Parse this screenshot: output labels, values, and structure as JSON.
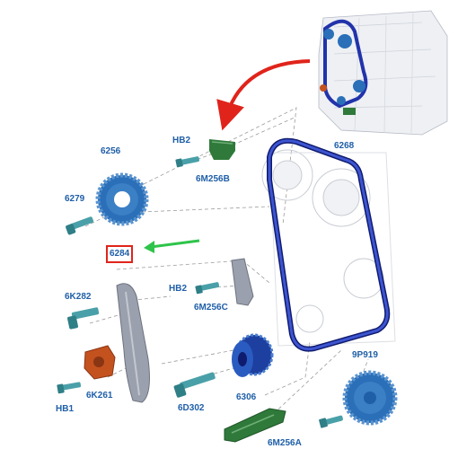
{
  "colors": {
    "label": "#1f5fa8",
    "chain": "#2233aa",
    "chain_dark": "#0f1b6e",
    "sprocket": "#2a6fb8",
    "green_part": "#2f7a3a",
    "orange_part": "#c4521f",
    "red_arrow": "#e0241b",
    "green_arrow": "#2ec44a",
    "grey_part": "#9aa0ad",
    "line": "#9b9b9b"
  },
  "labels": {
    "hb2_top": "HB2",
    "6m256b": "6M256B",
    "6256": "6256",
    "6268": "6268",
    "6279": "6279",
    "6284": "6284",
    "6k282": "6K282",
    "hb2_mid": "HB2",
    "6m256c": "6M256C",
    "6k261": "6K261",
    "hb1": "HB1",
    "6d302": "6D302",
    "6306": "6306",
    "9p919": "9P919",
    "6m256a": "6M256A"
  }
}
